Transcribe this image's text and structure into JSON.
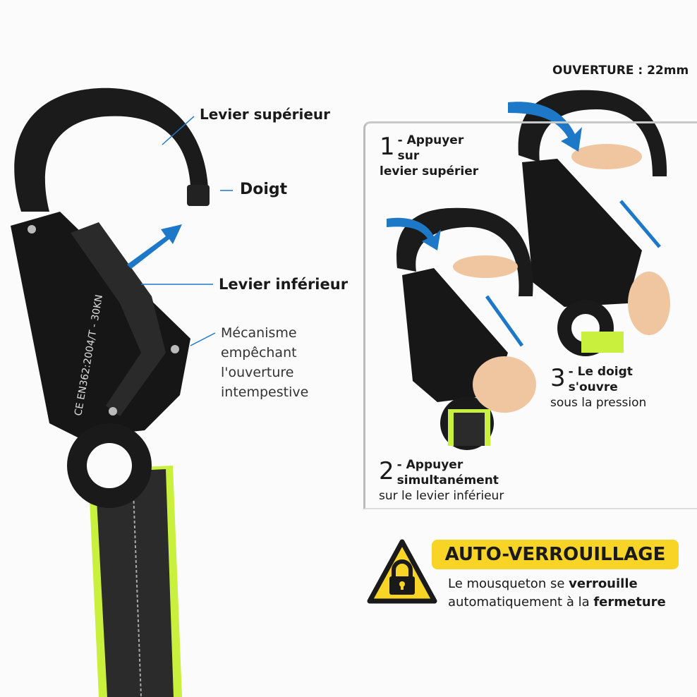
{
  "header": {
    "opening": "OUVERTURE : 22mm"
  },
  "labels": {
    "upper_lever": "Levier supérieur",
    "gate": "Doigt",
    "lower_lever": "Levier inférieur",
    "mechanism": [
      "Mécanisme",
      "empêchant",
      "l'ouverture",
      "intempestive"
    ]
  },
  "carabiner_marking": "CE EN362:2004/T - 30KN",
  "steps": [
    {
      "num": "1",
      "title": "- Appuyer sur",
      "sub": "levier supérier"
    },
    {
      "num": "2",
      "title": "- Appuyer simultanément",
      "sub": "sur le levier inférieur"
    },
    {
      "num": "3",
      "title": "- Le doigt s'ouvre",
      "sub": "sous la pression"
    }
  ],
  "lock": {
    "badge": "AUTO-VERROUILLAGE",
    "line1_a": "Le mousqueton se ",
    "line1_b": "verrouille",
    "line2_a": "automatiquement à la ",
    "line2_b": "fermeture"
  },
  "colors": {
    "accent": "#1e78c8",
    "badge": "#f7d426",
    "webbing_edge": "#c8f03c"
  }
}
